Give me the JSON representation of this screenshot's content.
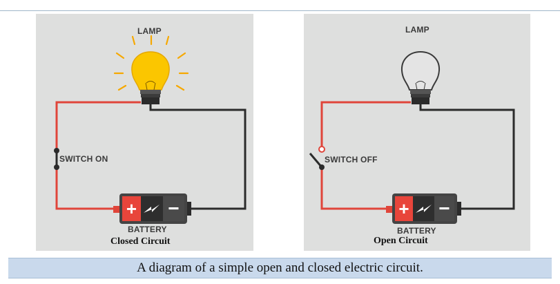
{
  "closed_panel": {
    "lamp_label": "LAMP",
    "switch_label": "SWITCH ON",
    "battery_label": "BATTERY",
    "title": "Closed Circuit"
  },
  "open_panel": {
    "lamp_label": "LAMP",
    "switch_label": "SWITCH OFF",
    "battery_label": "BATTERY",
    "title": "Open Circuit"
  },
  "battery": {
    "positive_symbol": "+",
    "negative_symbol": "−"
  },
  "caption": "A diagram of a simple open and closed electric circuit.",
  "colors": {
    "positive_wire": "#e0453a",
    "negative_wire": "#2b2b2b",
    "lit_bulb": "#fbc600",
    "bulb_rays": "#f6a800",
    "panel_background": "#dedfde",
    "caption_background": "#c9d9ec"
  }
}
